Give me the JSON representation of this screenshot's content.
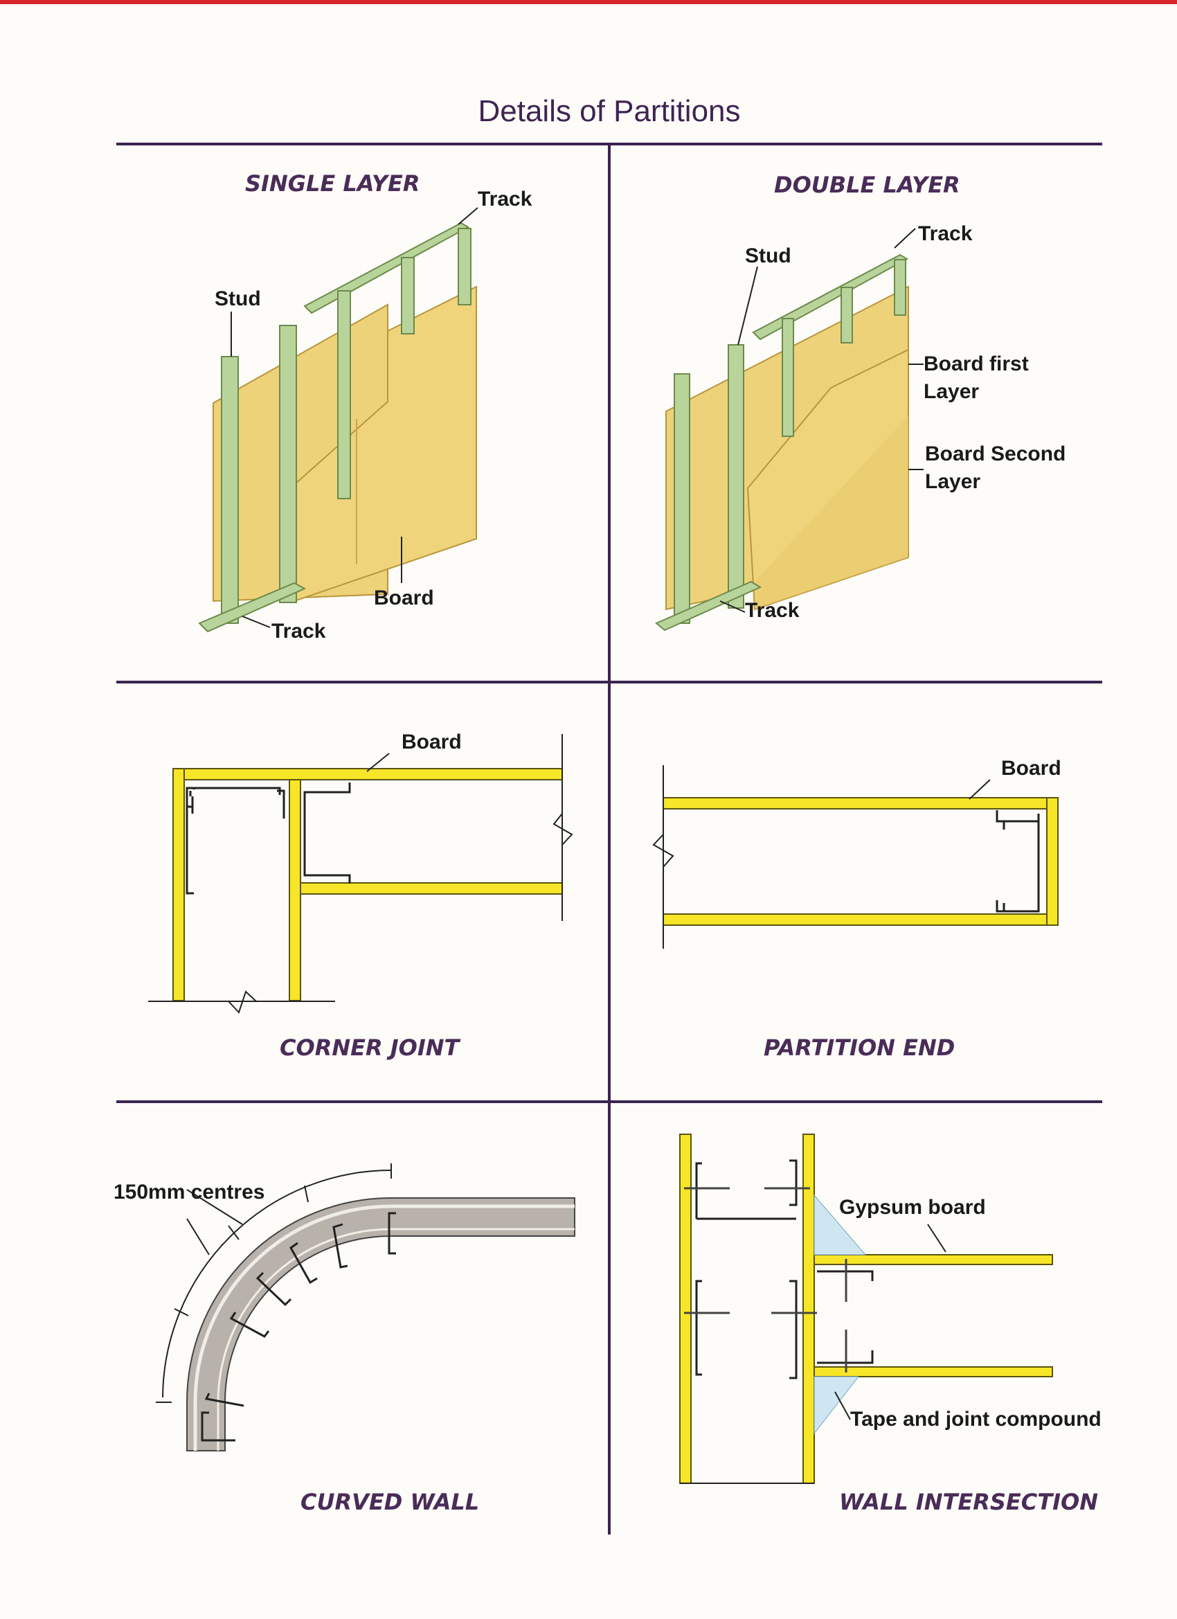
{
  "page_title": "Details of Partitions",
  "colors": {
    "board_yellow": "#f7e627",
    "board_panel": "#eed27a",
    "stud_green": "#b9d49a",
    "rule_purple": "#3b2450",
    "section_title": "#4a2c58",
    "top_band": "#d4262b"
  },
  "panels": {
    "single_layer": {
      "title": "SINGLE LAYER",
      "labels": {
        "track_top": "Track",
        "stud": "Stud",
        "board": "Board",
        "track_bottom": "Track"
      }
    },
    "double_layer": {
      "title": "DOUBLE  LAYER",
      "labels": {
        "track_top": "Track",
        "stud": "Stud",
        "board_first_1": "Board first",
        "board_first_2": "Layer",
        "board_second_1": "Board Second",
        "board_second_2": "Layer",
        "track_bottom": "Track"
      }
    },
    "corner_joint": {
      "title": "CORNER JOINT",
      "labels": {
        "board": "Board"
      }
    },
    "partition_end": {
      "title": "PARTITION END",
      "labels": {
        "board": "Board"
      }
    },
    "curved_wall": {
      "title": "CURVED WALL",
      "labels": {
        "centres": "150mm centres"
      }
    },
    "wall_intersection": {
      "title": "WALL INTERSECTION",
      "labels": {
        "gypsum": "Gypsum board",
        "tape": "Tape and joint compound"
      }
    }
  }
}
